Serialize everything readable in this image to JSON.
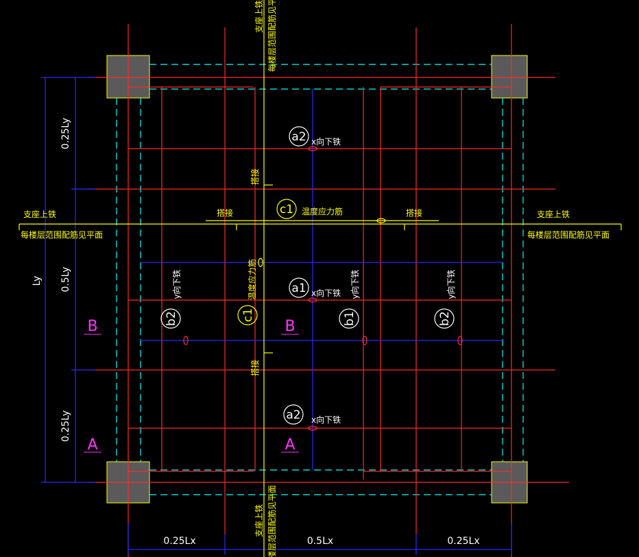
{
  "colors": {
    "background": "#000000",
    "support_rebar": "#ff2a2a",
    "centerline": "#ffff00",
    "dashed_edge": "#00ffff",
    "column_fill": "#5a5a5a",
    "dimension": "#2a2aff",
    "zone_label": "#ff33ff",
    "annotation": "#ffffff"
  },
  "support_top_rebar": {
    "label": "支座上铁",
    "note": "每楼层范围配筋见平面"
  },
  "lap_label": "搭接",
  "temperature_rebar": {
    "bubble": "c1",
    "label": "温度应力筋"
  },
  "x_bottom_rebar_label": "x向下铁",
  "y_bottom_rebar_label": "y向下铁",
  "bubbles": {
    "a1": "a1",
    "a2": "a2",
    "b1": "b1",
    "b2": "b2",
    "c1": "c1"
  },
  "zones": {
    "A": "A",
    "B": "B"
  },
  "dimensions": {
    "ly": "Ly",
    "quarter_ly": "0.25Ly",
    "half_ly": "0.5Ly",
    "quarter_lx": "0.25Lx",
    "half_lx": "0.5Lx"
  }
}
